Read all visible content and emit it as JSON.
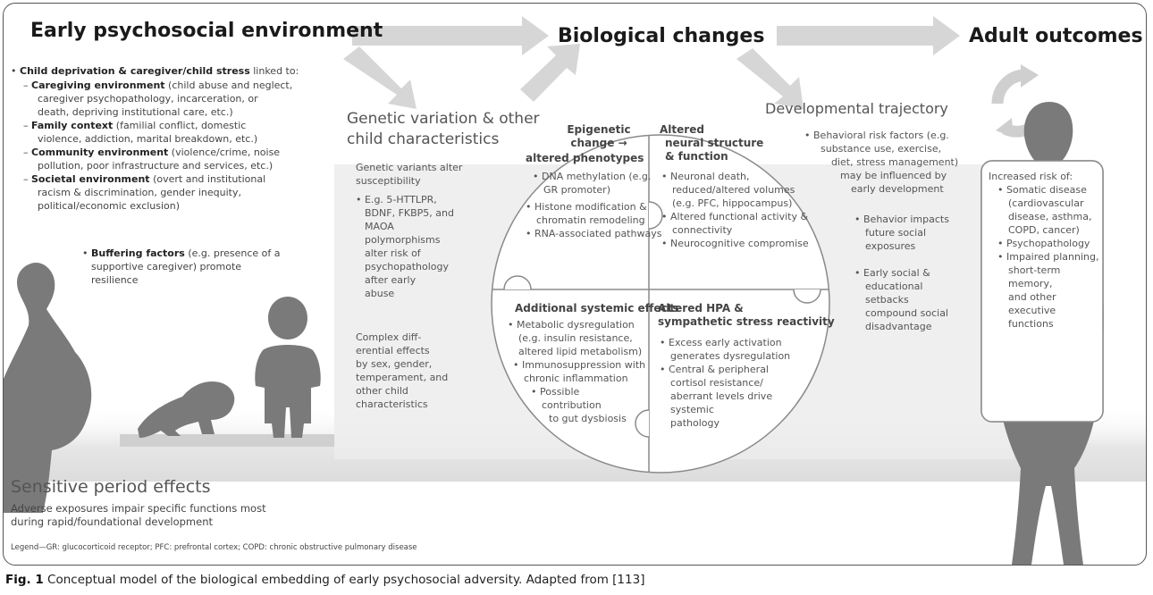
{
  "headers": {
    "early": "Early psychosocial environment",
    "bio": "Biological changes",
    "adult": "Adult outcomes"
  },
  "early_env": {
    "intro_bold": "Child deprivation & caregiver/child stress",
    "intro_rest": " linked to:",
    "items": [
      {
        "bold": "Caregiving environment",
        "rest": " (child abuse and neglect,",
        "cont": [
          "caregiver psychopathology, incarceration, or",
          "death, depriving institutional care, etc.)"
        ]
      },
      {
        "bold": "Family context",
        "rest": " (familial conflict, domestic",
        "cont": [
          "violence, addiction, marital breakdown, etc.)"
        ]
      },
      {
        "bold": "Community environment",
        "rest": " (violence/crime, noise",
        "cont": [
          "pollution, poor infrastructure and services, etc.)"
        ]
      },
      {
        "bold": "Societal environment",
        "rest": " (overt and institutional",
        "cont": [
          "racism & discrimination, gender inequity,",
          "political/economic exclusion)"
        ]
      }
    ],
    "buffer_bold": "Buffering factors",
    "buffer_rest": " (e.g. presence of a",
    "buffer_cont": [
      "supportive caregiver) promote",
      "resilience"
    ]
  },
  "genetic": {
    "title_lines": [
      "Genetic variation & other",
      "child characteristics"
    ],
    "body1": [
      "Genetic variants alter",
      "susceptibility"
    ],
    "body2": [
      "E.g. 5-HTTLPR,",
      "BDNF, FKBP5, and",
      "MAOA",
      "polymorphisms",
      "alter risk of",
      "psychopathology",
      "after early",
      "abuse"
    ],
    "body3": [
      "Complex diff-",
      "erential effects",
      "by sex, gender,",
      "temperament, and",
      "other child",
      "characteristics"
    ]
  },
  "quadrants": {
    "epigenetic": {
      "title": [
        "Epigenetic",
        "change →",
        "altered phenotypes"
      ],
      "items": [
        [
          "DNA methylation (e.g.",
          "GR promoter)"
        ],
        [
          "Histone modification &",
          "chromatin remodeling"
        ],
        [
          "RNA-associated pathways"
        ]
      ]
    },
    "neural": {
      "title": [
        "Altered",
        "neural structure",
        "& function"
      ],
      "items": [
        [
          "Neuronal death,",
          "reduced/altered volumes",
          "(e.g. PFC, hippocampus)"
        ],
        [
          "Altered functional activity &",
          "connectivity"
        ],
        [
          "Neurocognitive compromise"
        ]
      ]
    },
    "systemic": {
      "title": [
        "Additional systemic effects"
      ],
      "items": [
        [
          "Metabolic dysregulation",
          "(e.g. insulin resistance,",
          "altered lipid metabolism)"
        ],
        [
          "Immunosuppression with",
          "chronic inflammation"
        ],
        [
          "Possible",
          "contribution",
          "to gut dysbiosis"
        ]
      ]
    },
    "hpa": {
      "title": [
        "Altered HPA &",
        "sympathetic stress reactivity"
      ],
      "items": [
        [
          "Excess early activation",
          "generates dysregulation"
        ],
        [
          "Central & peripheral",
          "cortisol resistance/",
          "aberrant levels drive",
          "systemic",
          "pathology"
        ]
      ]
    }
  },
  "developmental": {
    "title": "Developmental trajectory",
    "items": [
      [
        "Behavioral risk factors (e.g.",
        "substance use, exercise,",
        "diet, stress management)",
        "may be influenced by",
        "early development"
      ],
      [
        "Behavior impacts",
        "future social",
        "exposures"
      ],
      [
        "Early social &",
        "educational",
        "setbacks",
        "compound social",
        "disadvantage"
      ]
    ]
  },
  "adult": {
    "intro": "Increased risk of:",
    "items": [
      [
        "Somatic disease",
        "(cardiovascular",
        "disease, asthma,",
        "COPD, cancer)"
      ],
      [
        "Psychopathology"
      ],
      [
        "Impaired planning,",
        "short-term memory,",
        "and other executive",
        "functions"
      ]
    ]
  },
  "sensitive": {
    "title": "Sensitive period effects",
    "body": [
      "Adverse exposures impair specific functions most",
      "during rapid/foundational development"
    ]
  },
  "legend": "Legend—GR: glucocorticoid receptor; PFC: prefrontal cortex; COPD: chronic obstructive pulmonary disease",
  "caption": {
    "label": "Fig. 1",
    "text": " Conceptual model of the biological embedding of early psychosocial adversity. Adapted from [113]"
  },
  "colors": {
    "silhouette": "#7a7a7a",
    "arrow": "#d6d6d6",
    "text": "#444444",
    "border": "#555555"
  }
}
